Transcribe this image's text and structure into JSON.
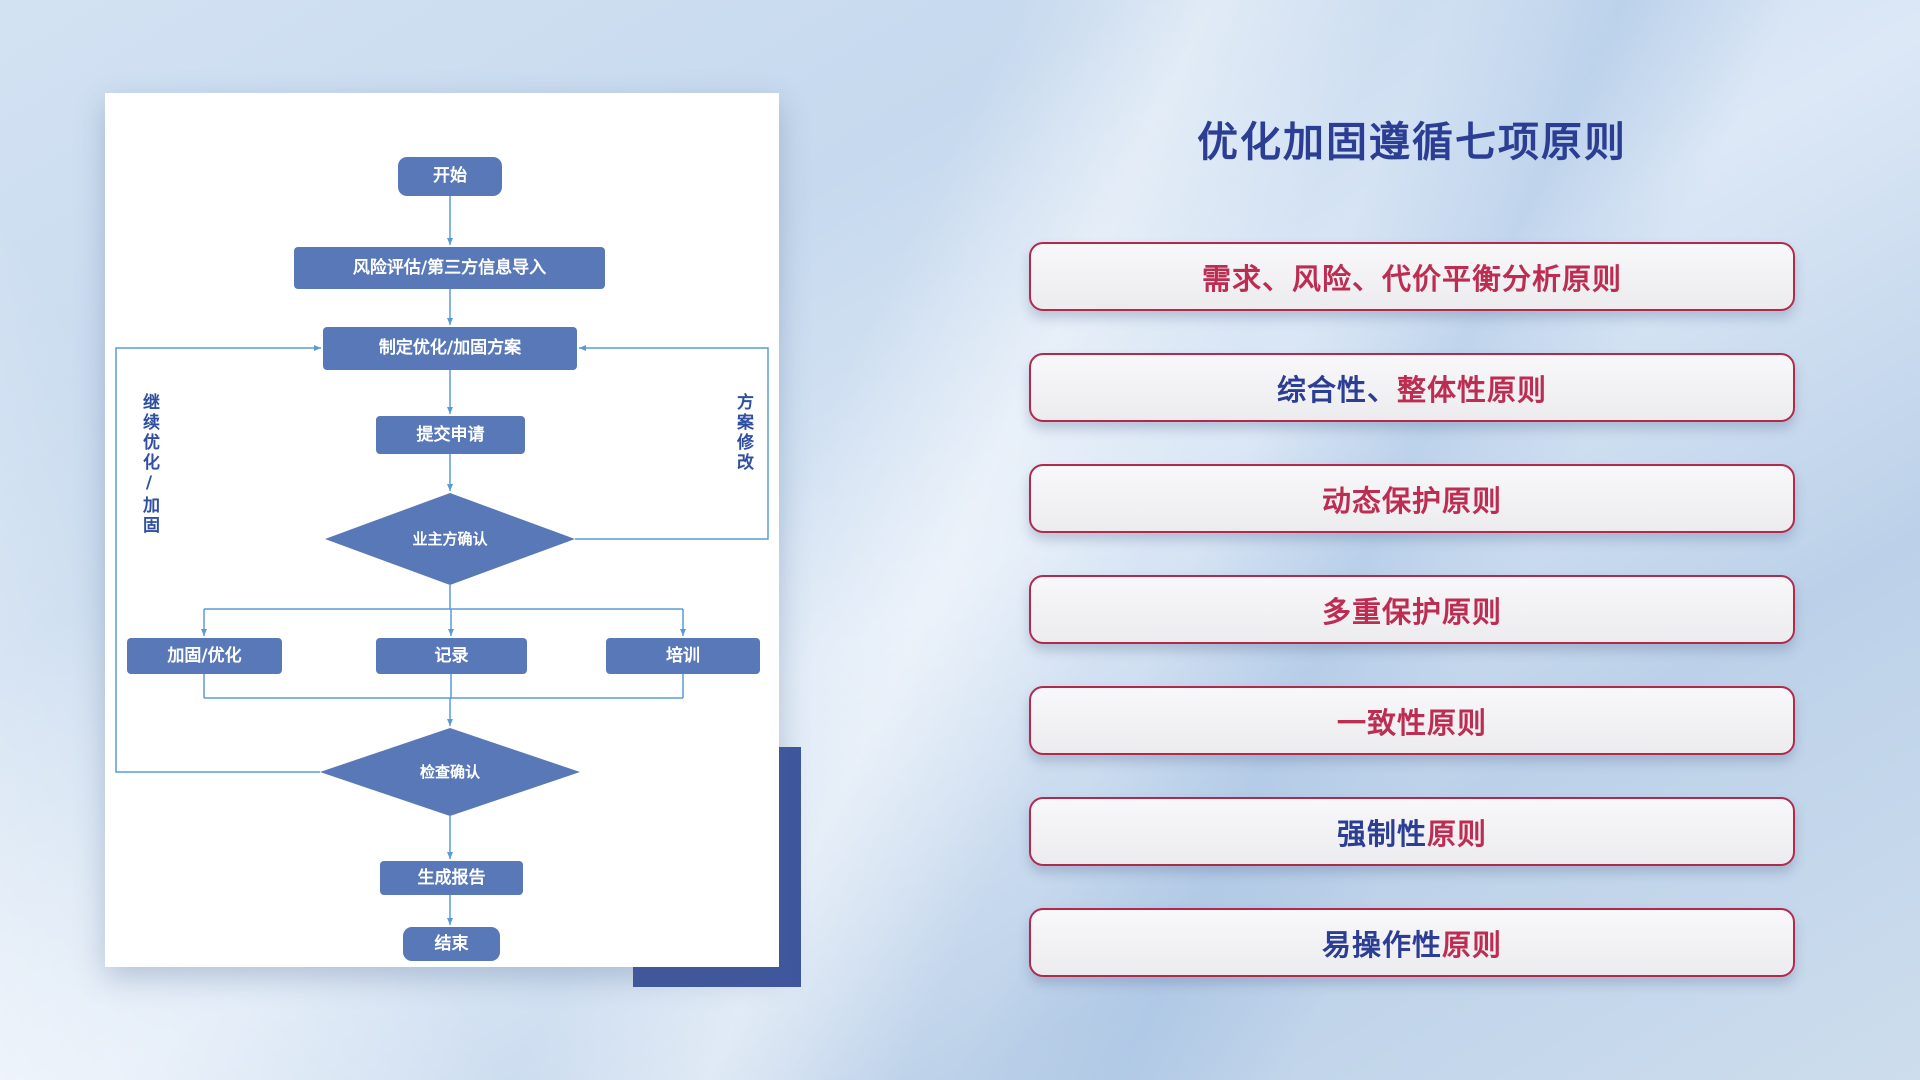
{
  "slide": {
    "title": "优化加固遵循七项原则",
    "title_color": "#2c3e94",
    "background_colors": [
      "#d3e2f3",
      "#bcd1e9"
    ]
  },
  "flowchart": {
    "node_fill": "#5878b8",
    "connector_color": "#5b9bd5",
    "card_shadow_color": "#3f579e",
    "nodes": {
      "start": "开始",
      "risk_import": "风险评估/第三方信息导入",
      "make_plan": "制定优化/加固方案",
      "submit": "提交申请",
      "owner_confirm": "业主方确认",
      "harden_optimize": "加固/优化",
      "record": "记录",
      "training": "培训",
      "check_confirm": "检查确认",
      "report": "生成报告",
      "end": "结束"
    },
    "loop_labels": {
      "left": "继续优化/加固",
      "right": "方案修改"
    }
  },
  "principles": {
    "border_color": "#b12a4c",
    "red": "#bd2d52",
    "blue": "#2c3e94",
    "items": [
      {
        "segments": [
          {
            "text": "需求、风险、代价平衡分析原则",
            "color": "#bd2d52"
          }
        ]
      },
      {
        "segments": [
          {
            "text": "综合性、",
            "color": "#2c3e94"
          },
          {
            "text": "整体性原则",
            "color": "#bd2d52"
          }
        ]
      },
      {
        "segments": [
          {
            "text": "动态保护原则",
            "color": "#bd2d52"
          }
        ]
      },
      {
        "segments": [
          {
            "text": "多重保护原则",
            "color": "#bd2d52"
          }
        ]
      },
      {
        "segments": [
          {
            "text": "一致性原则",
            "color": "#bd2d52"
          }
        ]
      },
      {
        "segments": [
          {
            "text": "强制性",
            "color": "#2c3e94"
          },
          {
            "text": "原则",
            "color": "#bd2d52"
          }
        ]
      },
      {
        "segments": [
          {
            "text": "易操作性",
            "color": "#2c3e94"
          },
          {
            "text": "原则",
            "color": "#bd2d52"
          }
        ]
      }
    ]
  }
}
